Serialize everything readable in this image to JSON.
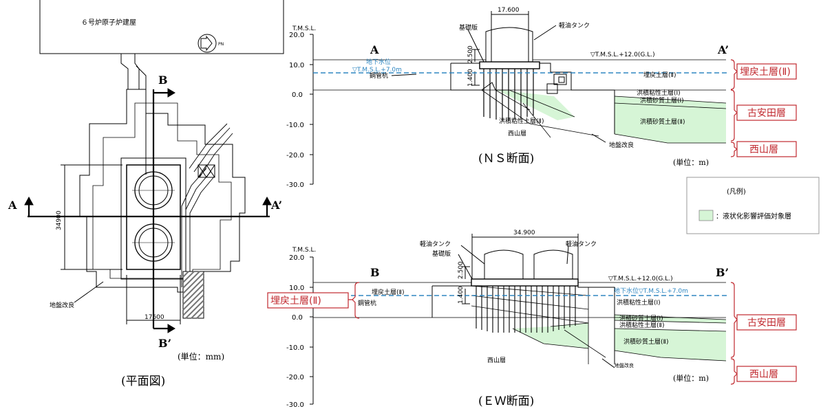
{
  "plan": {
    "building_label": "６号炉原子炉建屋",
    "north_mark": "PN",
    "section_a": "A",
    "section_a_prime": "A’",
    "section_b": "B",
    "section_b_prime": "B’",
    "dim_vertical": "34900",
    "dim_horizontal": "17600",
    "ground_improvement": "地盤改良",
    "unit": "(単位：mm)",
    "caption": "(平面図)"
  },
  "ns_section": {
    "axis_title": "T.M.S.L.",
    "ticks": [
      "20.0",
      "10.0",
      "0.0",
      "-10.0",
      "-20.0",
      "-30.0"
    ],
    "left_mark": "A",
    "right_mark": "A’",
    "width_dim": "17.600",
    "foundation_slab": "基礎版",
    "tank": "軽油タンク",
    "dim_slab": "2.500",
    "dim_pile": "1.400",
    "groundwater": "地下水位",
    "groundwater_level": "▽T.M.S.L.+7.0m",
    "ground_level": "▽T.M.S.L.+12.0(G.L.)",
    "steel_pile": "鋼管杭",
    "fill_layer": "埋戻土層(Ⅱ)",
    "dil_clay_1": "洪積粘性土層(Ⅰ)",
    "dil_sand_1": "洪積砂質土層(Ⅰ)",
    "dil_clay_2": "洪積粘性土層(Ⅱ)",
    "dil_sand_2": "洪積砂質土層(Ⅱ)",
    "nishiyama": "西山層",
    "ground_improvement": "地盤改良",
    "unit": "(単位：m)",
    "caption": "(ＮＳ断面)"
  },
  "ew_section": {
    "axis_title": "T.M.S.L.",
    "ticks": [
      "20.0",
      "10.0",
      "0.0",
      "-10.0",
      "-20.0",
      "-30.0"
    ],
    "left_mark": "B",
    "right_mark": "B’",
    "width_dim": "34.900",
    "tank_left": "軽油タンク",
    "tank_right": "軽油タンク",
    "foundation_slab": "基礎版",
    "dim_slab": "2.500",
    "dim_pile": "1.400",
    "fill_layer": "埋戻土層(Ⅱ)",
    "steel_pile": "鋼管杭",
    "ground_level": "▽T.M.S.L.+12.0(G.L.)",
    "groundwater": "地下水位▽T.M.S.L.+7.0m",
    "dil_clay_1": "洪積粘性土層(Ⅰ)",
    "dil_sand_1": "洪積砂質土層(Ⅰ)",
    "dil_clay_2": "洪積粘性土層(Ⅱ)",
    "dil_sand_2": "洪積砂質土層(Ⅱ)",
    "nishiyama": "西山層",
    "ground_improvement": "地盤改良",
    "unit": "(単位：m)",
    "caption": "(ＥＷ断面)"
  },
  "legend": {
    "title": "(凡例)",
    "item": "：液状化影響評価対象層"
  },
  "strata": {
    "fill_ns": "埋戻土層(Ⅱ)",
    "koyasuda_ns": "古安田層",
    "nishiyama_ns": "西山層",
    "fill_ew": "埋戻土層(Ⅱ)",
    "koyasuda_ew": "古安田層",
    "nishiyama_ew": "西山層"
  },
  "colors": {
    "liquefaction_fill": "#d6f5d6",
    "groundwater_line": "#2e86c1",
    "stratum_label": "#c0282e"
  }
}
